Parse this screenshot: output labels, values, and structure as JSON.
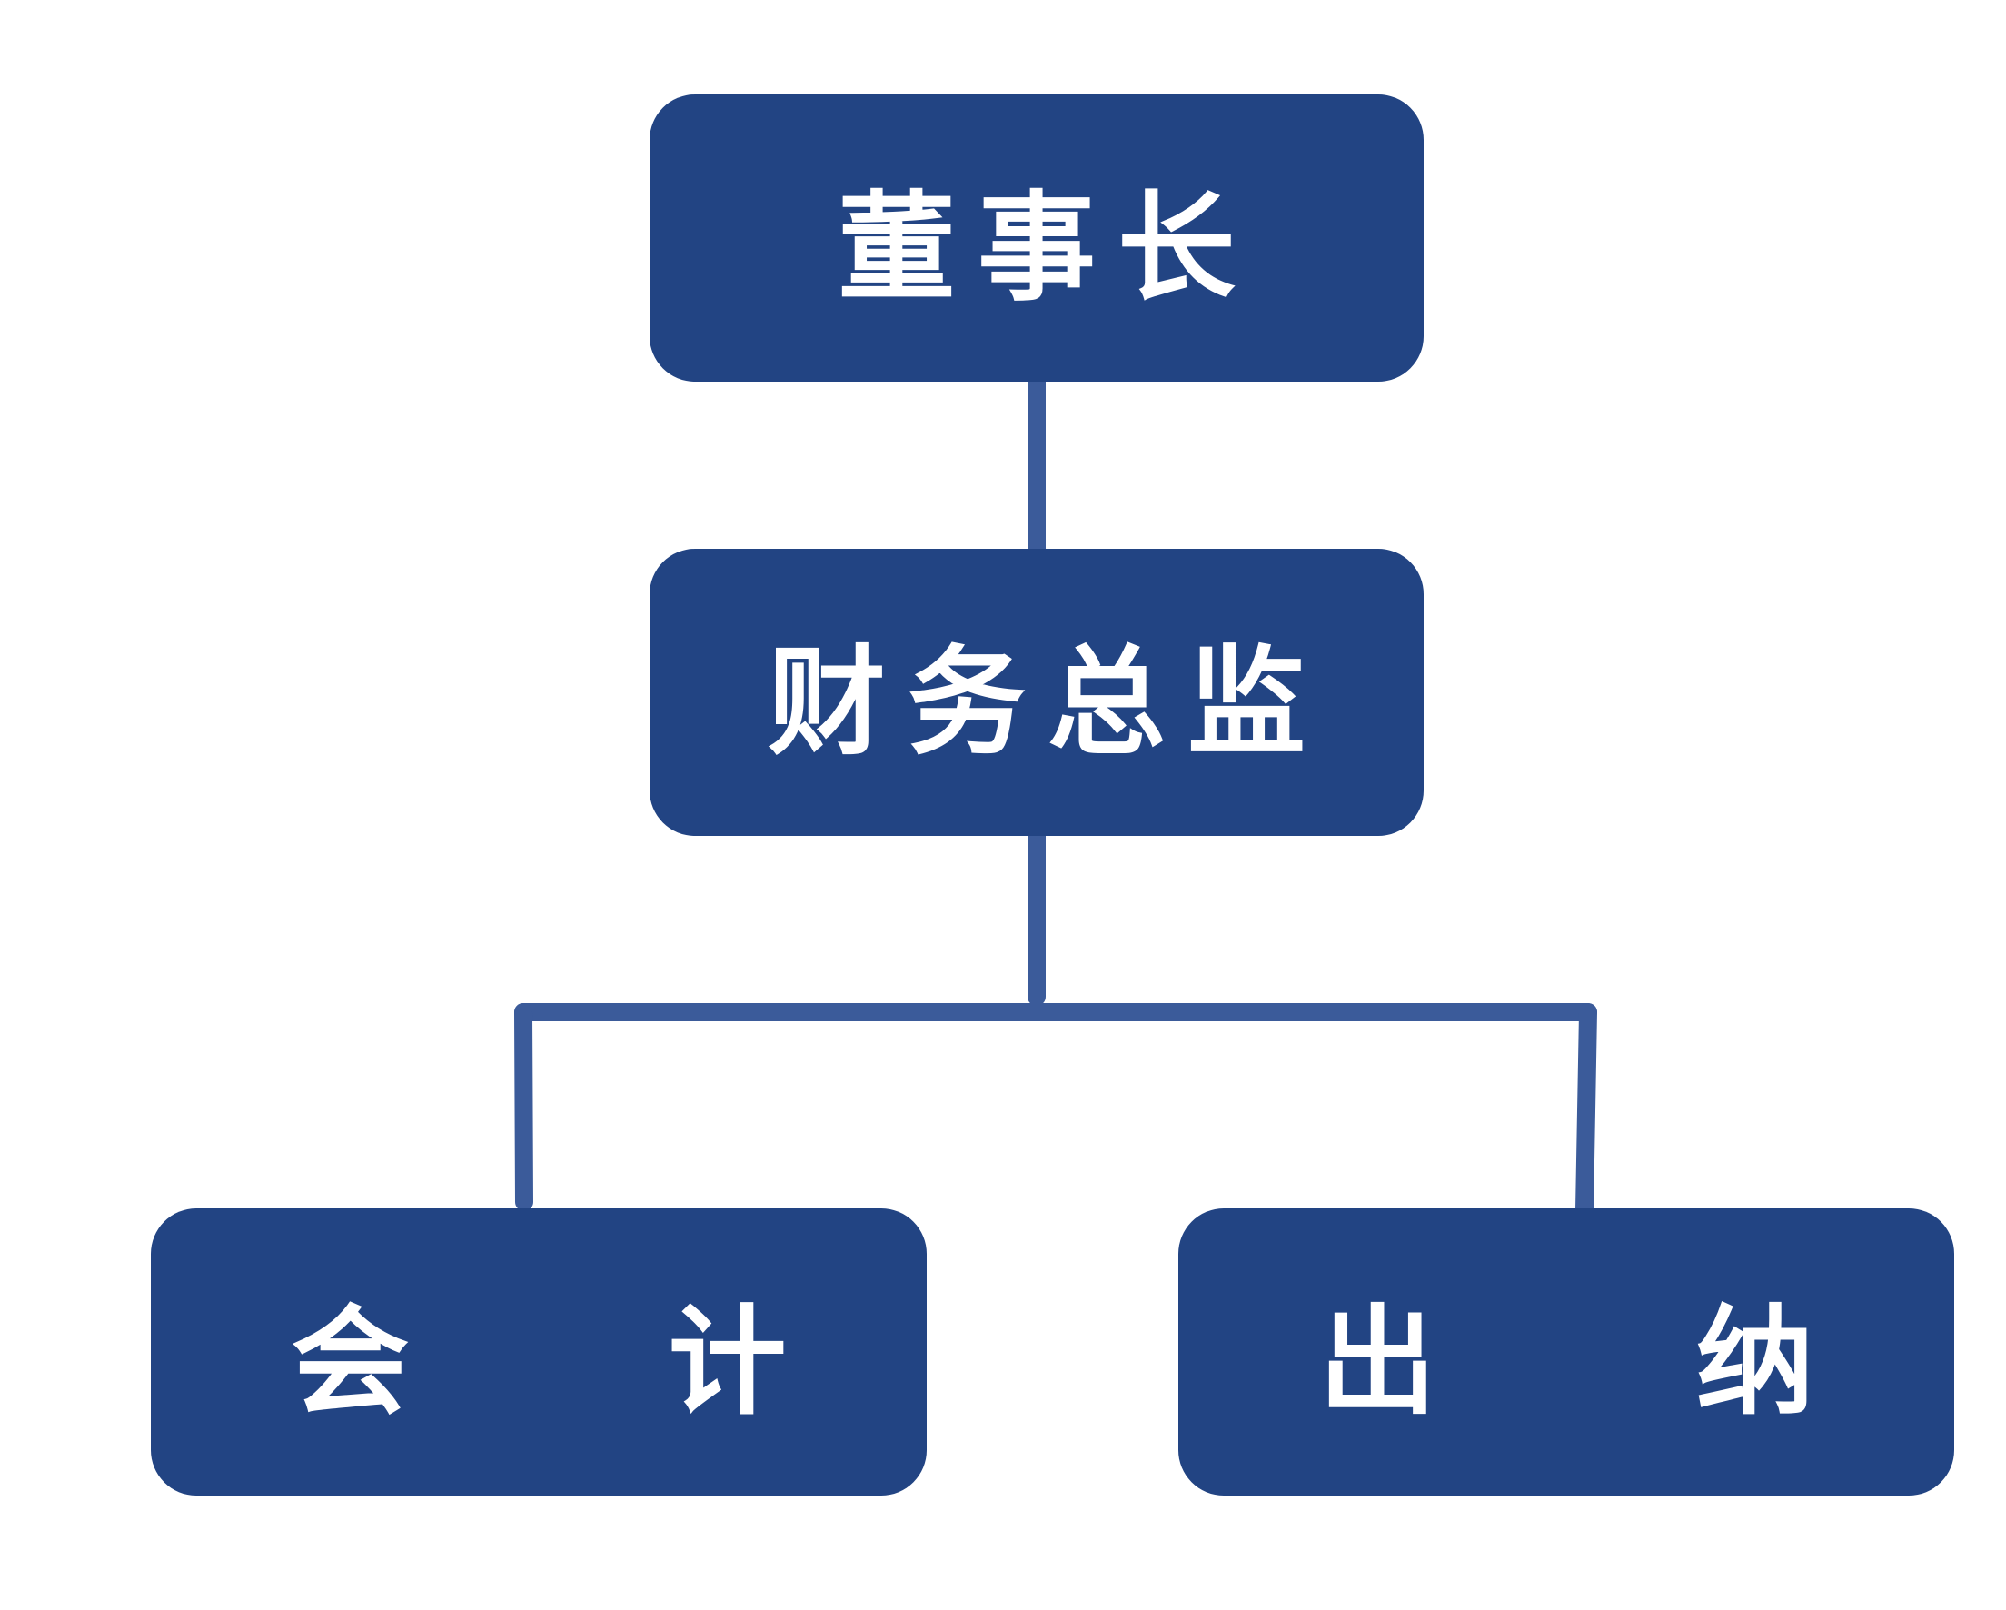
{
  "colors": {
    "node_fill": "#224483",
    "node_text": "#ffffff",
    "connector": "#3b5b9a",
    "background": "#ffffff"
  },
  "nodes": {
    "chairman": {
      "label": "董事长"
    },
    "cfo": {
      "label": "财务总监"
    },
    "accountant": {
      "label": "会 计"
    },
    "cashier": {
      "label": "出 纳"
    }
  },
  "edges": [
    {
      "from": "chairman",
      "to": "cfo"
    },
    {
      "from": "cfo",
      "to": "accountant"
    },
    {
      "from": "cfo",
      "to": "cashier"
    }
  ]
}
